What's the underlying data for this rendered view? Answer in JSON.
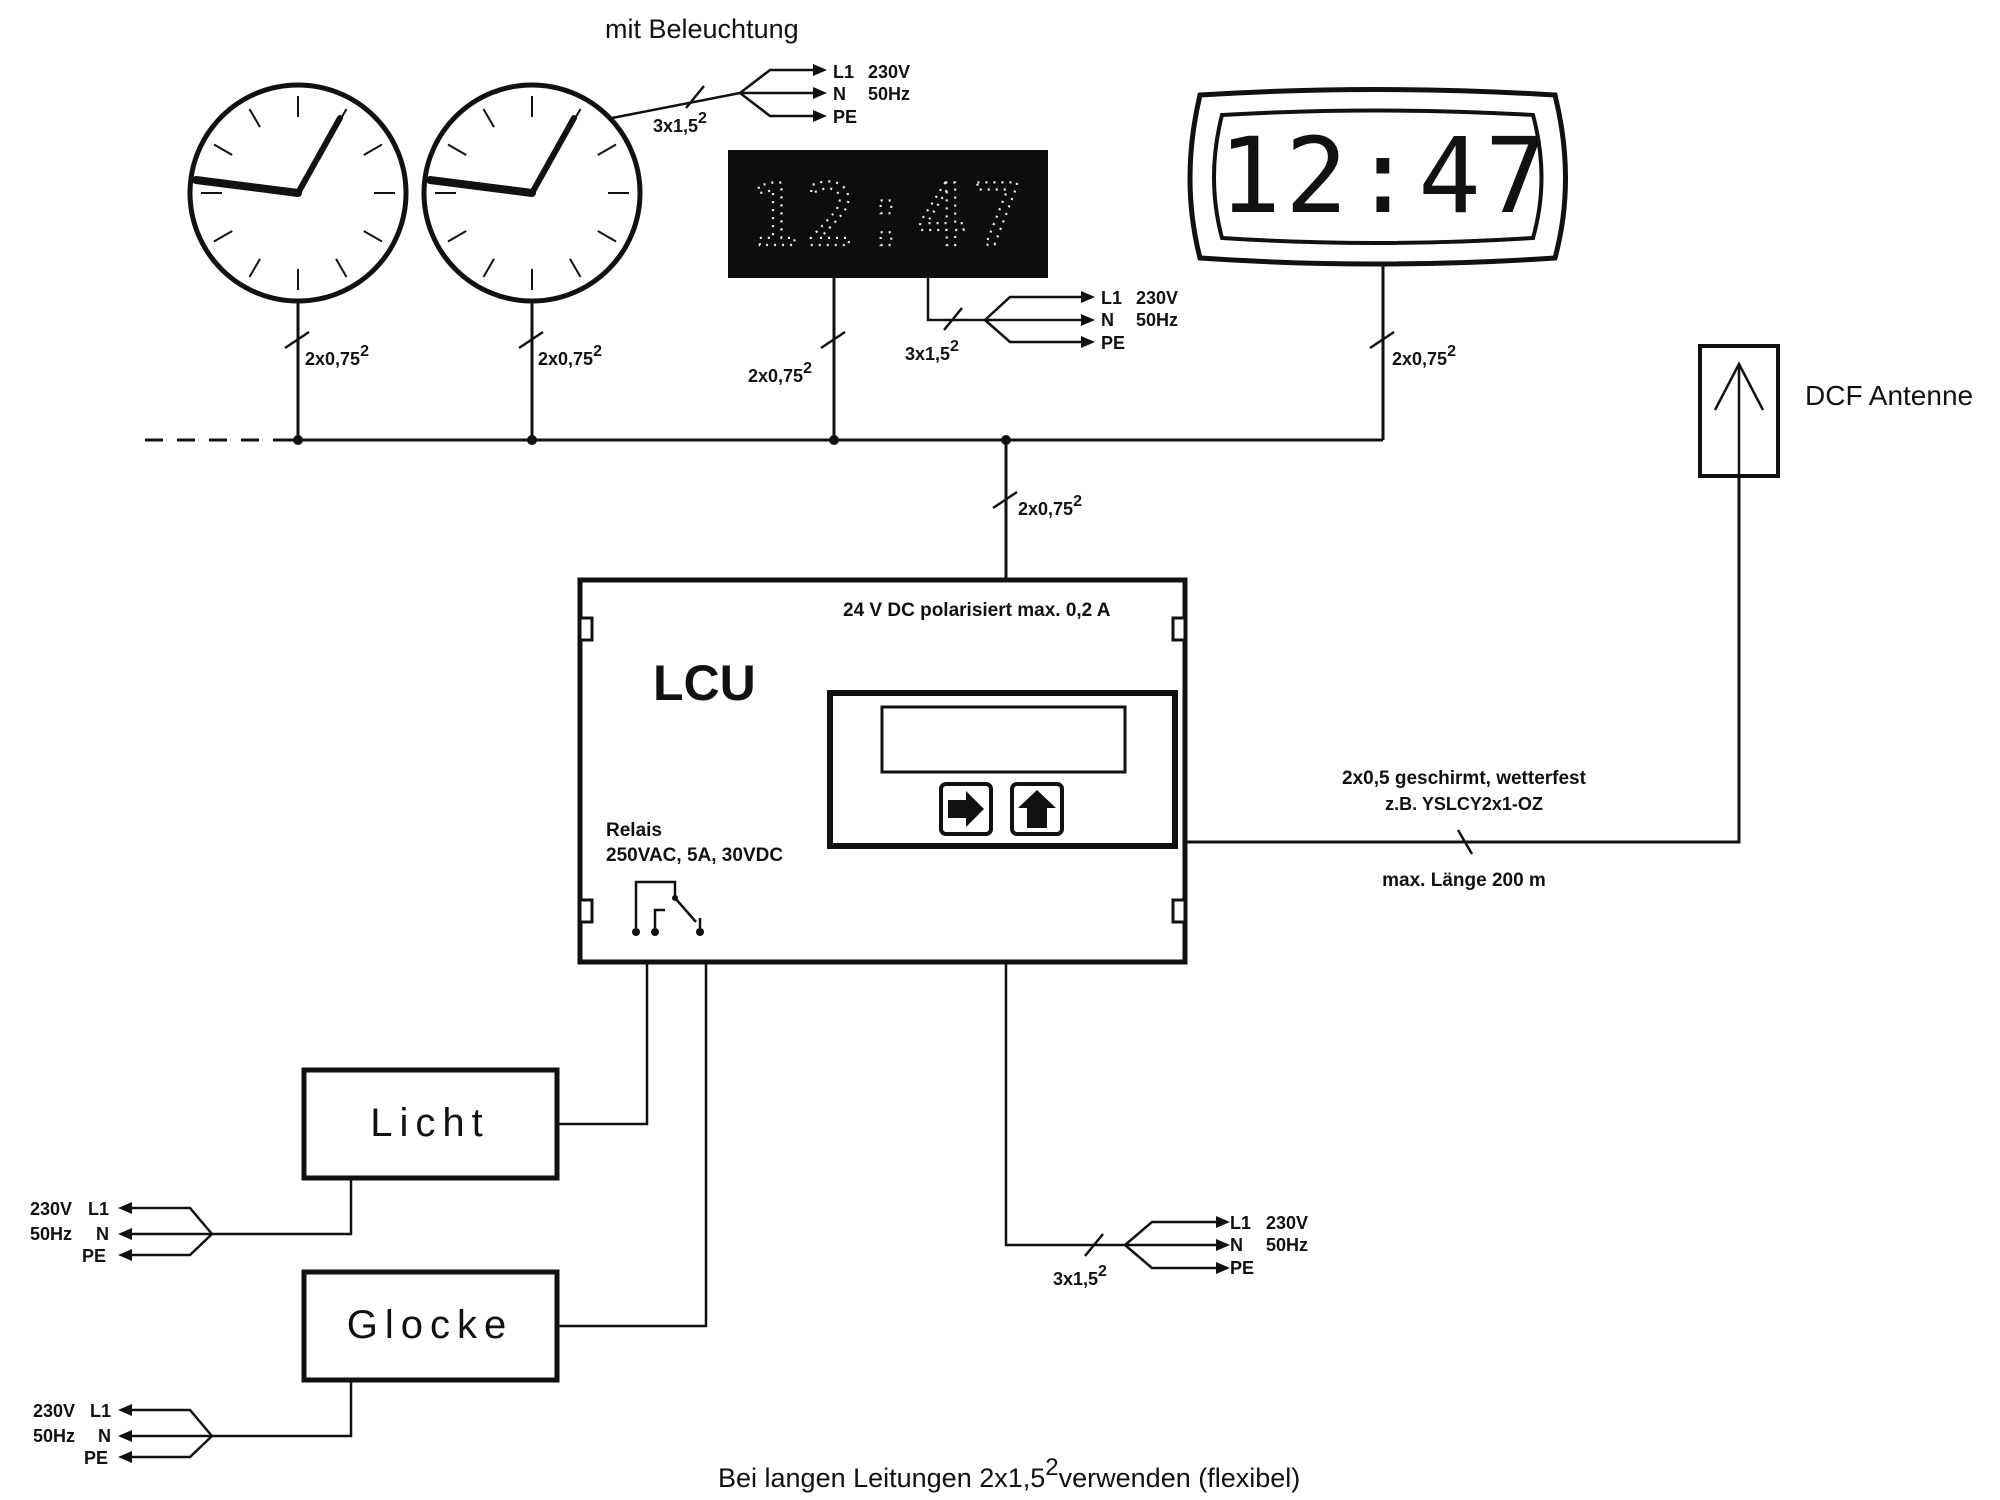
{
  "top_label": "mit Beleuchtung",
  "cable": {
    "sig": "2x0,75",
    "sq": "2",
    "pwr": "3x1,5",
    "dcf_line1": "2x0,5 geschirmt, wetterfest",
    "dcf_line2": "z.B. YSLCY2x1-OZ",
    "dcf_len": "max. Länge 200 m"
  },
  "mains": {
    "l1": "L1",
    "n": "N",
    "pe": "PE",
    "v": "230V",
    "hz": "50Hz"
  },
  "digital_time_dot": "12:47",
  "digital_time_lcd": "12:47",
  "antenna_label": "DCF Antenne",
  "lcu": {
    "title": "LCU",
    "spec": "24 V DC polarisiert max. 0,2 A",
    "relais_title": "Relais",
    "relais_spec": "250VAC, 5A, 30VDC",
    "arrow_right": "right-arrow-icon",
    "arrow_up": "up-arrow-icon"
  },
  "licht": "Licht",
  "glocke": "Glocke",
  "footer_pre": "Bei langen Leitungen 2x1,5",
  "footer_sup": "2",
  "footer_post": "verwenden (flexibel)"
}
